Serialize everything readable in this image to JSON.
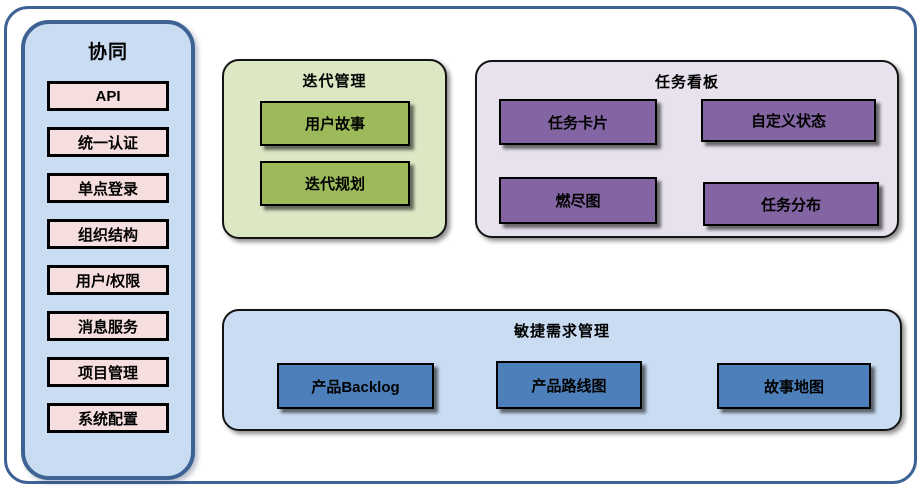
{
  "sidebar": {
    "title": "协同",
    "items": [
      "API",
      "统一认证",
      "单点登录",
      "组织结构",
      "用户/权限",
      "消息服务",
      "项目管理",
      "系统配置"
    ]
  },
  "iteration_panel": {
    "title": "迭代管理",
    "items": [
      "用户故事",
      "迭代规划"
    ]
  },
  "kanban_panel": {
    "title": "任务看板",
    "items": [
      "任务卡片",
      "自定义状态",
      "燃尽图",
      "任务分布"
    ]
  },
  "requirements_panel": {
    "title": "敏捷需求管理",
    "items": [
      "产品Backlog",
      "产品路线图",
      "故事地图"
    ]
  },
  "colors": {
    "frame_border": "#3e6294",
    "sidebar_fill": "#c9dcf2",
    "sidebar_item_fill": "#f5dedd",
    "iteration_panel_fill": "#dce7c4",
    "iteration_item_fill": "#9cba59",
    "kanban_panel_fill": "#e7e2ee",
    "kanban_item_fill": "#8465a3",
    "requirements_panel_fill": "#c9dcf2",
    "requirements_item_fill": "#4d80bb",
    "box_border": "#000000",
    "text": "#000000"
  }
}
